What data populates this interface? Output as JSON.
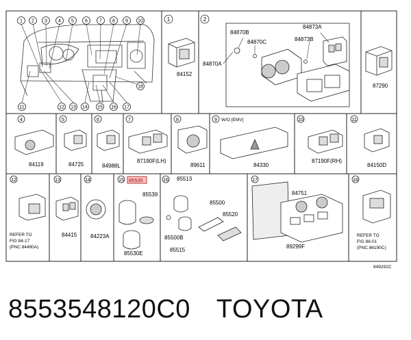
{
  "diagram_id": "849292C",
  "caption": {
    "part_number": "8553548120C0",
    "brand": "TOYOTA"
  },
  "dashboard": {
    "top_callouts": [
      "1",
      "2",
      "3",
      "4",
      "5",
      "6",
      "7",
      "8",
      "9",
      "10"
    ],
    "bottom_callouts": [
      "11",
      "12",
      "13",
      "14",
      "15",
      "16",
      "17"
    ],
    "side_callout": "18"
  },
  "panels": {
    "p1": {
      "num": "1",
      "parts": [
        "84152"
      ]
    },
    "p2": {
      "num": "2",
      "parts": [
        "84870B",
        "84870C",
        "84873A",
        "84873B",
        "84870A"
      ]
    },
    "p2b": {
      "parts": [
        "87290"
      ]
    },
    "p4": {
      "num": "4",
      "parts": [
        "84119"
      ]
    },
    "p5": {
      "num": "5",
      "parts": [
        "84725"
      ]
    },
    "p6": {
      "num": "6",
      "parts": [
        "84988L"
      ]
    },
    "p7": {
      "num": "7",
      "parts": [
        "87190F(LH)"
      ]
    },
    "p8": {
      "num": "8",
      "parts": [
        "89611"
      ]
    },
    "p9": {
      "num": "9",
      "note": "W/O [EMV]",
      "parts": [
        "84330"
      ]
    },
    "p10": {
      "num": "10",
      "parts": [
        "87190F(RH)"
      ]
    },
    "p11": {
      "num": "11",
      "parts": [
        "84150D"
      ]
    },
    "p12": {
      "num": "12",
      "refer": [
        "REFER TO",
        "FIG 84-17",
        "(PNC 84490A)"
      ]
    },
    "p13": {
      "num": "13",
      "parts": [
        "84415"
      ]
    },
    "p14": {
      "num": "14",
      "parts": [
        "84223A"
      ]
    },
    "p15": {
      "num": "15",
      "highlight": "85535",
      "parts": [
        "85539",
        "85530E"
      ]
    },
    "p16": {
      "num": "16",
      "parts": [
        "85513",
        "85500",
        "85520",
        "85500B",
        "85515"
      ]
    },
    "p17": {
      "num": "17",
      "parts": [
        "84751",
        "89299F"
      ]
    },
    "p18": {
      "num": "18",
      "refer": [
        "REFER TO",
        "FIG 86-01",
        "(PNC 86190C)"
      ]
    }
  }
}
